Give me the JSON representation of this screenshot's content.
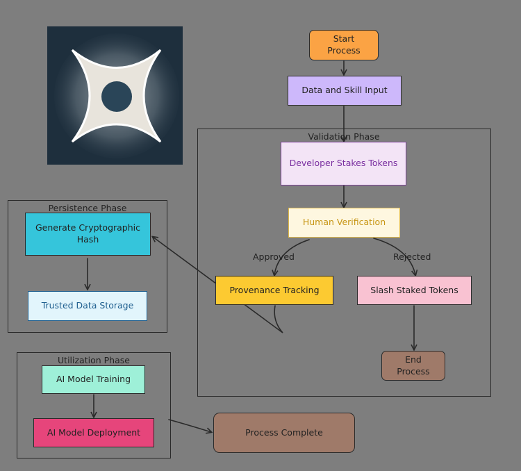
{
  "nodes": {
    "start": "Start\nProcess",
    "data_input": "Data and Skill Input",
    "stake": "Developer Stakes Tokens",
    "verify": "Human Verification",
    "provenance": "Provenance Tracking",
    "slash": "Slash Staked Tokens",
    "end": "End\nProcess",
    "hash": "Generate Cryptographic Hash",
    "storage": "Trusted Data Storage",
    "training": "AI Model Training",
    "deployment": "AI Model Deployment",
    "complete": "Process Complete"
  },
  "phases": {
    "validation": "Validation Phase",
    "persistence": "Persistence Phase",
    "utilization": "Utilization Phase"
  },
  "edge_labels": {
    "approved": "Approved",
    "rejected": "Rejected"
  },
  "colors": {
    "start": "#fba344",
    "data_input": "#cdb8fb",
    "stake": "#f3e4f6",
    "verify": "#fef7e0",
    "provenance": "#fcca31",
    "slash": "#f9c2d2",
    "end": "#9f7a69",
    "hash": "#35c5db",
    "storage": "#e2f5fc",
    "training": "#9ef0d8",
    "deployment": "#e6457b",
    "complete": "#9f7a69",
    "background": "#7e7e7e"
  }
}
